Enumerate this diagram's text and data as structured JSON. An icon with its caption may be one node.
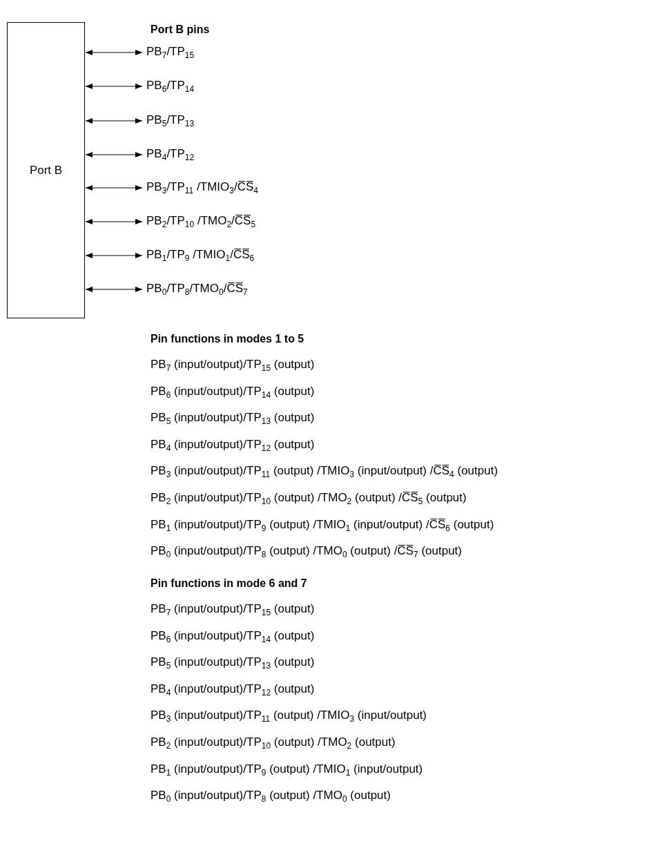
{
  "diagram": {
    "title": "Port B pins",
    "nodes": [
      {
        "text": [
          "Port B"
        ]
      },
      {
        "text": [
          "PB$_{7}$/TP$_{15}$"
        ]
      },
      {
        "text": [
          "PB$_{6}$/TP$_{14}$"
        ]
      },
      {
        "text": [
          "PB$_{5}$/TP$_{13}$"
        ]
      },
      {
        "text": [
          "PB$_{4}$/TP$_{12}$"
        ]
      },
      {
        "text": [
          "PB$_{3}$/TP$_{11}$ /TMIO$_{3}$/C̅S̅$_{4}$"
        ]
      },
      {
        "text": [
          "PB$_{2}$/TP$_{10}$ /TMO$_{2}$/C̅S̅$_{5}$"
        ]
      },
      {
        "text": [
          "PB$_{1}$/TP$_{9}$ /TMIO$_{1}$/C̅S̅$_{6}$"
        ]
      },
      {
        "text": [
          "PB$_{0}$/TP$_{8}$/TMO$_{0}$/C̅S̅$_{7}$"
        ]
      }
    ],
    "edges": [
      {
        "from": 0,
        "to": 1,
        "arrow": "both"
      },
      {
        "from": 0,
        "to": 2,
        "arrow": "both"
      },
      {
        "from": 0,
        "to": 3,
        "arrow": "both"
      },
      {
        "from": 0,
        "to": 4,
        "arrow": "both"
      },
      {
        "from": 0,
        "to": 5,
        "arrow": "both"
      },
      {
        "from": 0,
        "to": 6,
        "arrow": "both"
      },
      {
        "from": 0,
        "to": 7,
        "arrow": "both"
      },
      {
        "from": 0,
        "to": 8,
        "arrow": "both"
      }
    ],
    "labels": [
      "Pin functions in modes 1 to 5",
      "PB$_{7}$ (input/output)/TP$_{15}$ (output)",
      "PB$_{6}$ (input/output)/TP$_{14}$ (output)",
      "PB$_{5}$ (input/output)/TP$_{13}$ (output)",
      "PB$_{4}$ (input/output)/TP$_{12}$ (output)",
      "PB$_{3}$ (input/output)/TP$_{11}$ (output) /TMIO$_{3}$ (input/output) /C̅S̅$_{4}$ (output)",
      "PB$_{2}$ (input/output)/TP$_{10}$ (output) /TMO$_{2}$ (output) /C̅S̅$_{5}$ (output)",
      "PB$_{1}$ (input/output)/TP$_{9}$ (output) /TMIO$_{1}$ (input/output) /C̅S̅$_{6}$ (output)",
      "PB$_{0}$ (input/output)/TP$_{8}$ (output) /TMO$_{0}$ (output) /C̅S̅$_{7}$ (output)",
      "Pin functions in mode 6 and 7",
      "PB$_{7}$ (input/output)/TP$_{15}$ (output)",
      "PB$_{6}$ (input/output)/TP$_{14}$ (output)",
      "PB$_{5}$ (input/output)/TP$_{13}$ (output)",
      "PB$_{4}$ (input/output)/TP$_{12}$ (output)",
      "PB$_{3}$ (input/output)/TP$_{11}$ (output) /TMIO$_{3}$ (input/output)",
      "PB$_{2}$ (input/output)/TP$_{10}$ (output) /TMO$_{2}$ (output)",
      "PB$_{1}$ (input/output)/TP$_{9}$ (output) /TMIO$_{1}$ (input/output)",
      "PB$_{0}$ (input/output)/TP$_{8}$ (output) /TMO$_{0}$ (output)"
    ]
  }
}
